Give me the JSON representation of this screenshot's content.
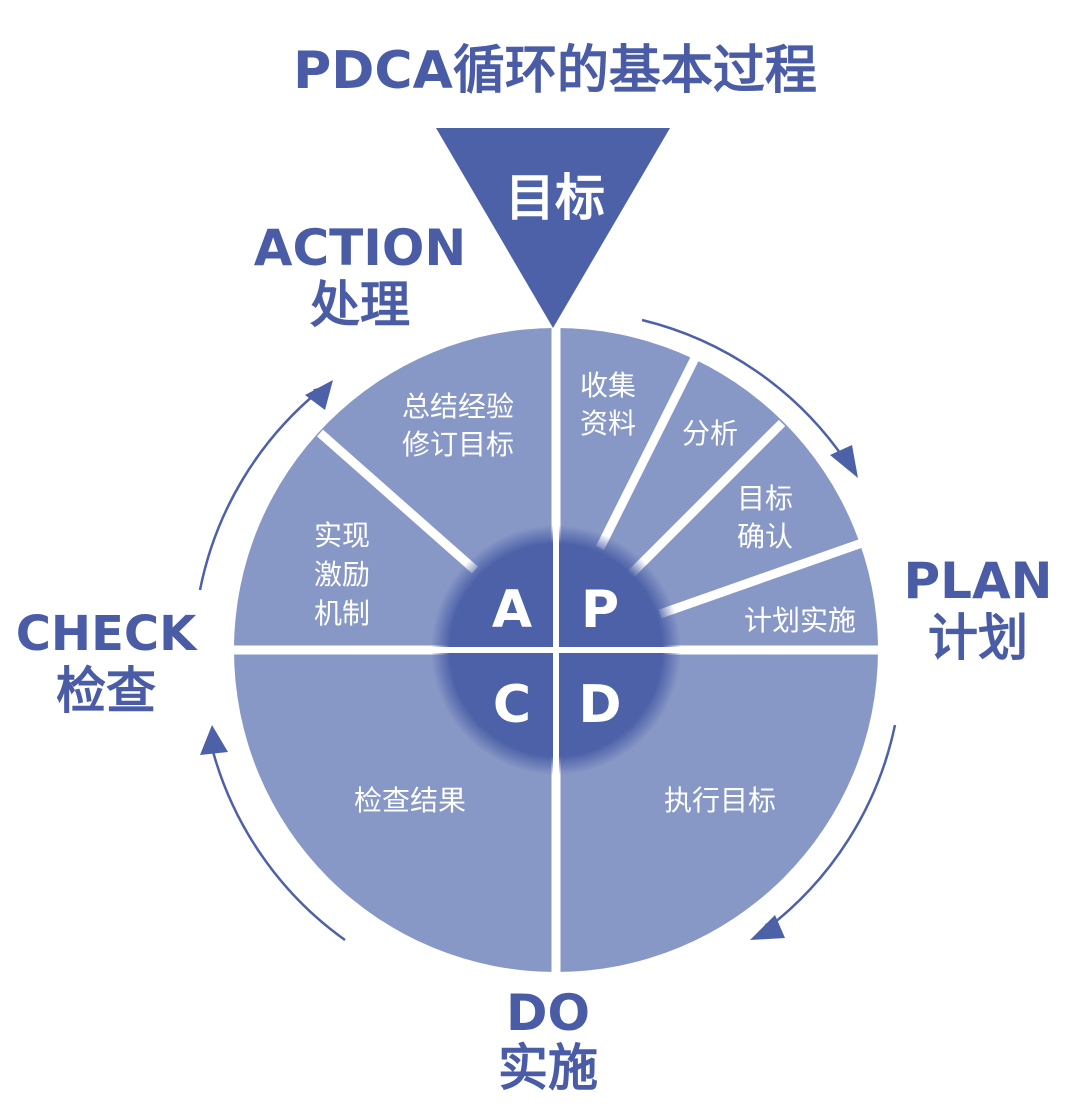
{
  "title": "PDCA循环的基本过程",
  "goal": "目标",
  "phases": {
    "action": {
      "en": "ACTION",
      "zh": "处理"
    },
    "plan": {
      "en": "PLAN",
      "zh": "计划"
    },
    "do": {
      "en": "DO",
      "zh": "实施"
    },
    "check": {
      "en": "CHECK",
      "zh": "检查"
    }
  },
  "letters": {
    "a": "A",
    "p": "P",
    "c": "C",
    "d": "D"
  },
  "segments": {
    "plan": [
      "收集",
      "资料",
      "分析",
      "目标",
      "确认",
      "计划实施"
    ],
    "action": [
      "总结经验",
      "修订目标",
      "实现",
      "激励",
      "机制"
    ],
    "check": "检查结果",
    "do": "执行目标"
  },
  "colors": {
    "dark": "#4d61a8",
    "light": "#8797c6",
    "text": "#4a5ca6"
  }
}
